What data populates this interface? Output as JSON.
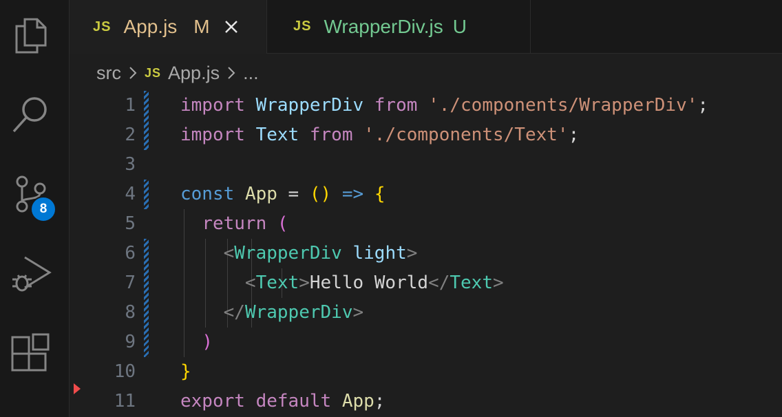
{
  "activity_bar": {
    "icons": [
      "explorer-icon",
      "search-icon",
      "source-control-icon",
      "run-debug-icon",
      "extensions-icon"
    ],
    "source_control_badge": "8",
    "badge_color": "#0078d4"
  },
  "tabs": [
    {
      "badge": "JS",
      "name": "App.js",
      "status": "M",
      "active": true
    },
    {
      "badge": "JS",
      "name": "WrapperDiv.js",
      "status": "U",
      "active": false
    }
  ],
  "breadcrumb": {
    "folder": "src",
    "badge": "JS",
    "file": "App.js",
    "more": "..."
  },
  "editor": {
    "line_numbers": [
      "1",
      "2",
      "3",
      "4",
      "5",
      "6",
      "7",
      "8",
      "9",
      "10",
      "11"
    ],
    "lines": [
      [
        {
          "t": "import",
          "c": "kw"
        },
        {
          "t": " ",
          "c": "punc"
        },
        {
          "t": "WrapperDiv",
          "c": "id"
        },
        {
          "t": " ",
          "c": "punc"
        },
        {
          "t": "from",
          "c": "kw"
        },
        {
          "t": " ",
          "c": "punc"
        },
        {
          "t": "'./components/WrapperDiv'",
          "c": "str"
        },
        {
          "t": ";",
          "c": "punc"
        }
      ],
      [
        {
          "t": "import",
          "c": "kw"
        },
        {
          "t": " ",
          "c": "punc"
        },
        {
          "t": "Text",
          "c": "id"
        },
        {
          "t": " ",
          "c": "punc"
        },
        {
          "t": "from",
          "c": "kw"
        },
        {
          "t": " ",
          "c": "punc"
        },
        {
          "t": "'./components/Text'",
          "c": "str"
        },
        {
          "t": ";",
          "c": "punc"
        }
      ],
      [],
      [
        {
          "t": "const",
          "c": "decl"
        },
        {
          "t": " ",
          "c": "punc"
        },
        {
          "t": "App",
          "c": "fn"
        },
        {
          "t": " = ",
          "c": "punc"
        },
        {
          "t": "()",
          "c": "br1"
        },
        {
          "t": " ",
          "c": "punc"
        },
        {
          "t": "=>",
          "c": "arrow"
        },
        {
          "t": " ",
          "c": "punc"
        },
        {
          "t": "{",
          "c": "br1"
        }
      ],
      [
        {
          "t": "  ",
          "c": "punc"
        },
        {
          "t": "return",
          "c": "kw"
        },
        {
          "t": " ",
          "c": "punc"
        },
        {
          "t": "(",
          "c": "br2"
        }
      ],
      [
        {
          "t": "    ",
          "c": "punc"
        },
        {
          "t": "<",
          "c": "ang"
        },
        {
          "t": "WrapperDiv",
          "c": "tag"
        },
        {
          "t": " ",
          "c": "punc"
        },
        {
          "t": "light",
          "c": "attr"
        },
        {
          "t": ">",
          "c": "ang"
        }
      ],
      [
        {
          "t": "      ",
          "c": "punc"
        },
        {
          "t": "<",
          "c": "ang"
        },
        {
          "t": "Text",
          "c": "tag"
        },
        {
          "t": ">",
          "c": "ang"
        },
        {
          "t": "Hello World",
          "c": "txt"
        },
        {
          "t": "</",
          "c": "ang"
        },
        {
          "t": "Text",
          "c": "tag"
        },
        {
          "t": ">",
          "c": "ang"
        }
      ],
      [
        {
          "t": "    ",
          "c": "punc"
        },
        {
          "t": "</",
          "c": "ang"
        },
        {
          "t": "WrapperDiv",
          "c": "tag"
        },
        {
          "t": ">",
          "c": "ang"
        }
      ],
      [
        {
          "t": "  ",
          "c": "punc"
        },
        {
          "t": ")",
          "c": "br2"
        }
      ],
      [
        {
          "t": "}",
          "c": "br1"
        }
      ],
      [
        {
          "t": "export",
          "c": "kw"
        },
        {
          "t": " ",
          "c": "punc"
        },
        {
          "t": "default",
          "c": "kw"
        },
        {
          "t": " ",
          "c": "punc"
        },
        {
          "t": "App",
          "c": "fn"
        },
        {
          "t": ";",
          "c": "punc"
        }
      ]
    ]
  }
}
